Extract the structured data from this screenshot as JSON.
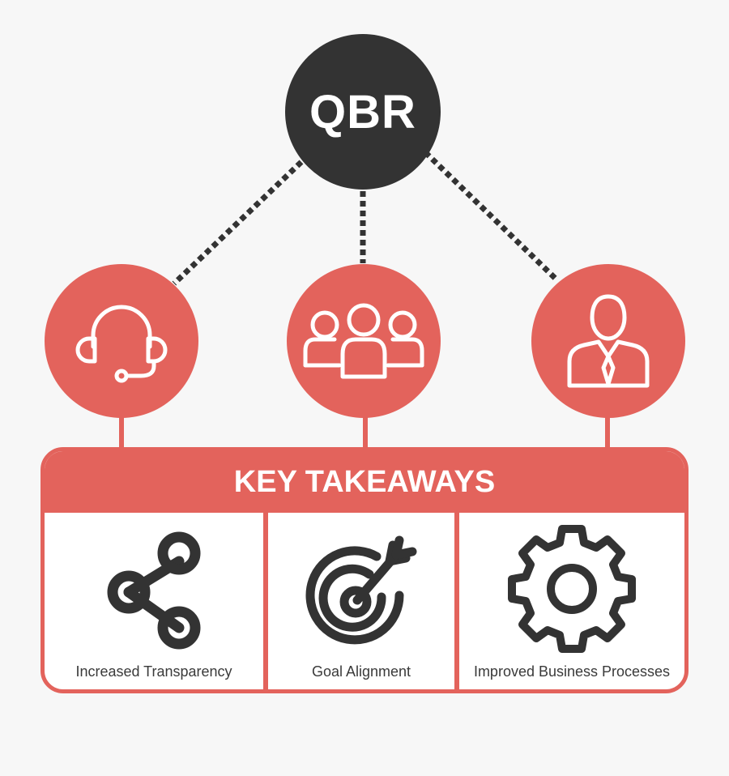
{
  "hub": {
    "label": "QBR"
  },
  "roles": [
    {
      "icon": "headset-icon"
    },
    {
      "icon": "team-icon"
    },
    {
      "icon": "business-person-icon"
    }
  ],
  "takeaways": {
    "title": "KEY TAKEAWAYS",
    "items": [
      {
        "label": "Increased Transparency",
        "icon": "share-icon"
      },
      {
        "label": "Goal Alignment",
        "icon": "target-icon"
      },
      {
        "label": "Improved Business Processes",
        "icon": "gear-icon"
      }
    ]
  },
  "colors": {
    "accent": "#e3635c",
    "dark": "#333333",
    "background": "#f7f7f7"
  }
}
